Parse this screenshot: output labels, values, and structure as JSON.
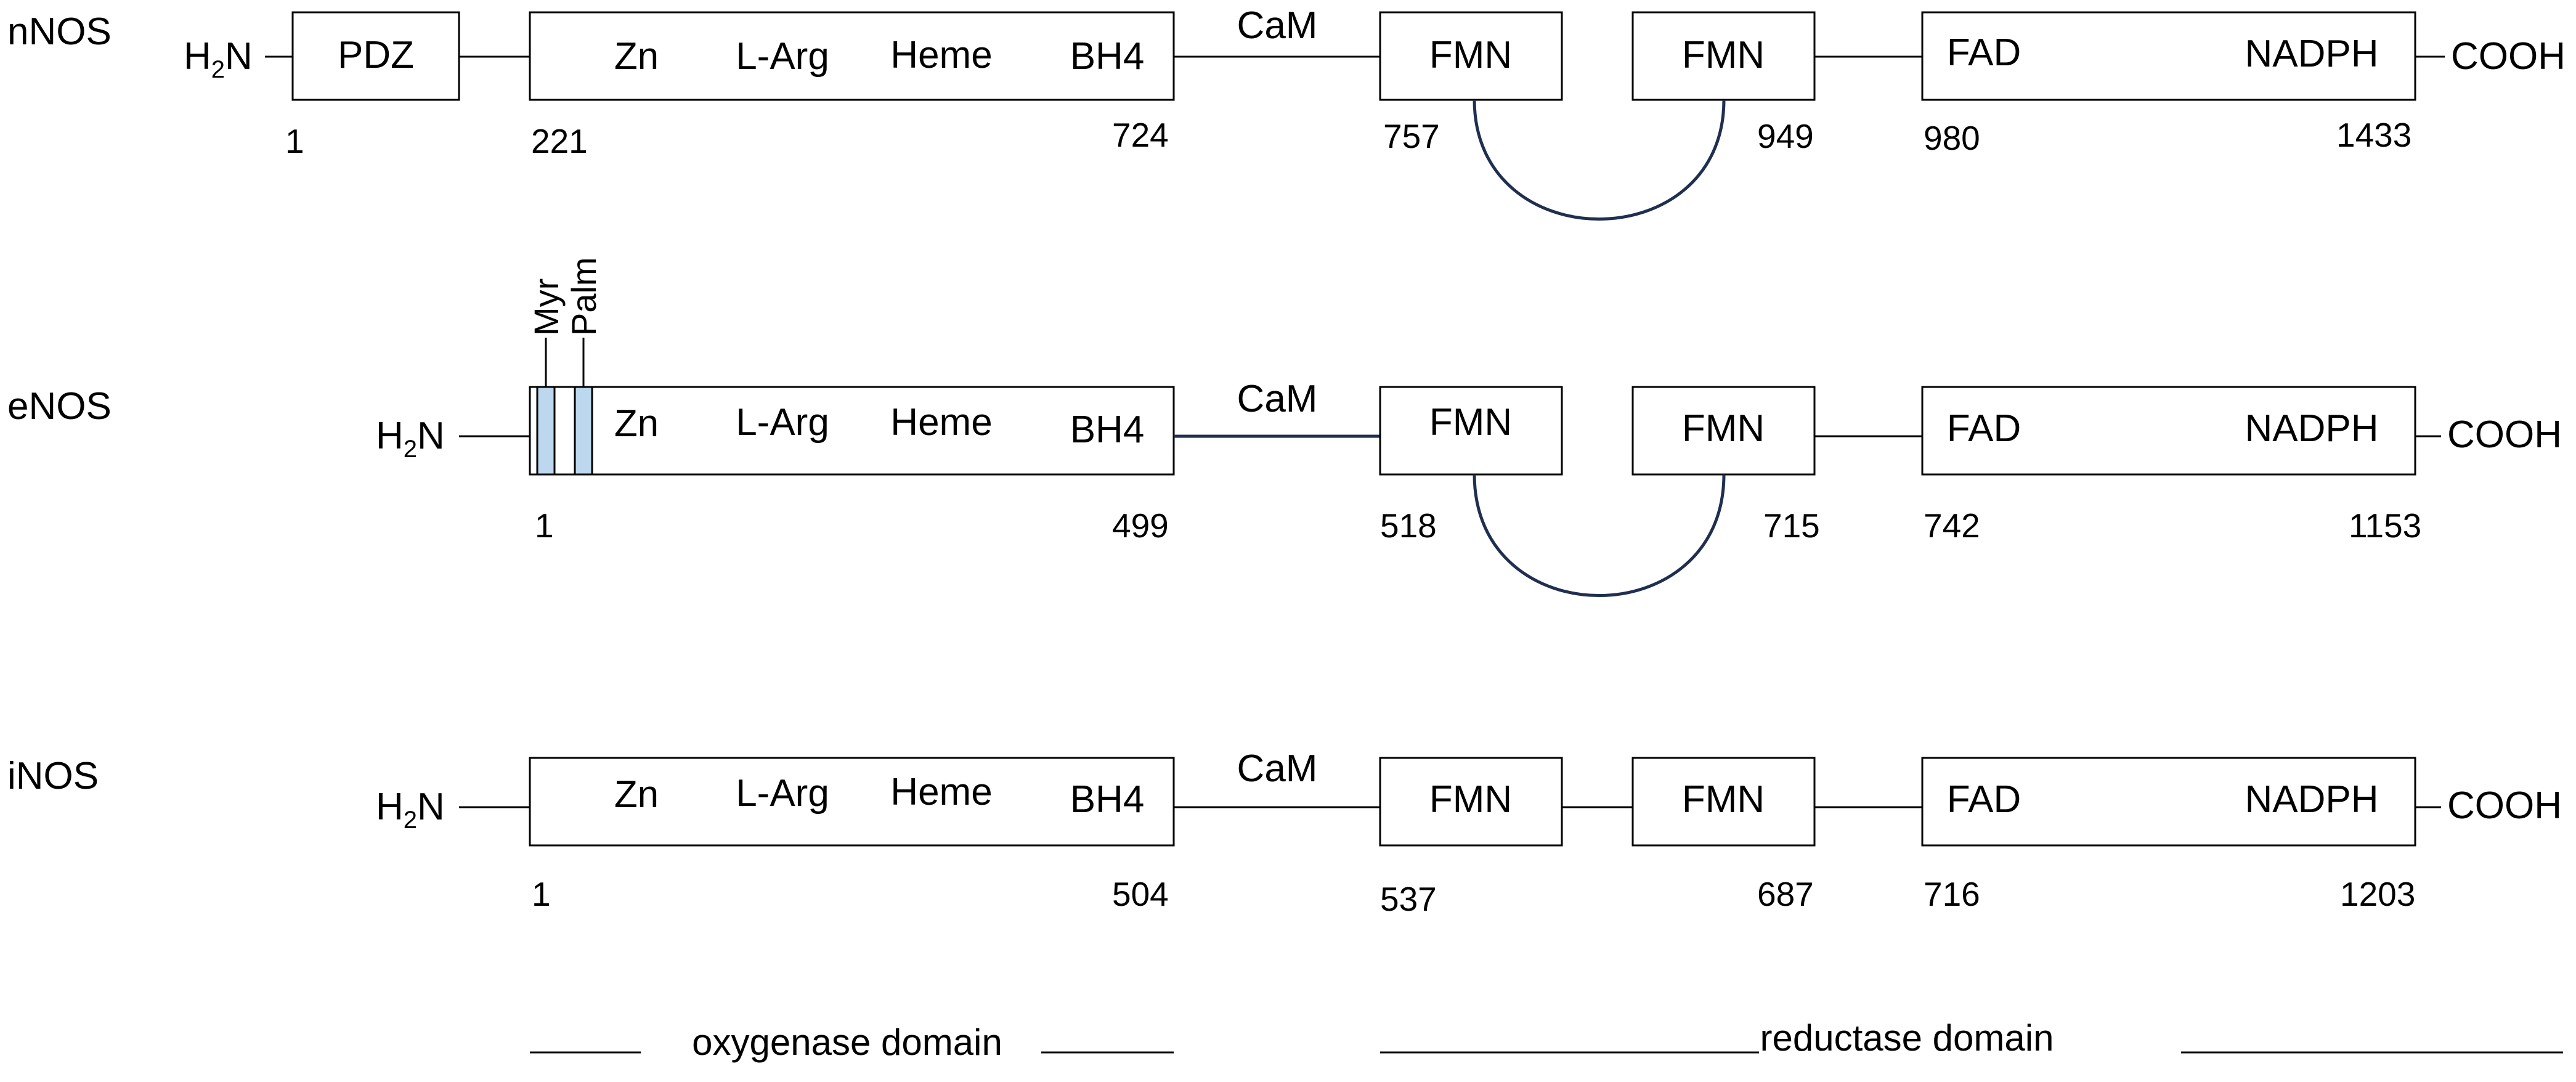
{
  "isoforms": {
    "nNOS": {
      "name": "nNOS",
      "n_term": "H",
      "n_term_sub": "2",
      "n_term_end": "N",
      "c_term": "COOH",
      "pdz": "PDZ",
      "zn": "Zn",
      "larg": "L-Arg",
      "heme": "Heme",
      "bh4": "BH4",
      "cam": "CaM",
      "fmn1": "FMN",
      "fmn2": "FMN",
      "fad": "FAD",
      "nadph": "NADPH",
      "pos": {
        "p1": "1",
        "p2": "221",
        "p3": "724",
        "p4": "757",
        "p5": "949",
        "p6": "980",
        "p7": "1433"
      }
    },
    "eNOS": {
      "name": "eNOS",
      "n_term": "H",
      "n_term_sub": "2",
      "n_term_end": "N",
      "c_term": "COOH",
      "myr": "Myr",
      "palm": "Palm",
      "zn": "Zn",
      "larg": "L-Arg",
      "heme": "Heme",
      "bh4": "BH4",
      "cam": "CaM",
      "fmn1": "FMN",
      "fmn2": "FMN",
      "fad": "FAD",
      "nadph": "NADPH",
      "pos": {
        "p1": "1",
        "p3": "499",
        "p4": "518",
        "p5": "715",
        "p6": "742",
        "p7": "1153"
      }
    },
    "iNOS": {
      "name": "iNOS",
      "n_term": "H",
      "n_term_sub": "2",
      "n_term_end": "N",
      "c_term": "COOH",
      "zn": "Zn",
      "larg": "L-Arg",
      "heme": "Heme",
      "bh4": "BH4",
      "cam": "CaM",
      "fmn1": "FMN",
      "fmn2": "FMN",
      "fad": "FAD",
      "nadph": "NADPH",
      "pos": {
        "p1": "1",
        "p3": "504",
        "p4": "537",
        "p5": "687",
        "p6": "716",
        "p7": "1203"
      }
    }
  },
  "domains": {
    "oxygenase": "oxygenase domain",
    "reductase": "reductase domain"
  },
  "colors": {
    "line": "#000000",
    "hinge": "#1f2f4f",
    "lipid_stripe": "#bcd7ee"
  }
}
